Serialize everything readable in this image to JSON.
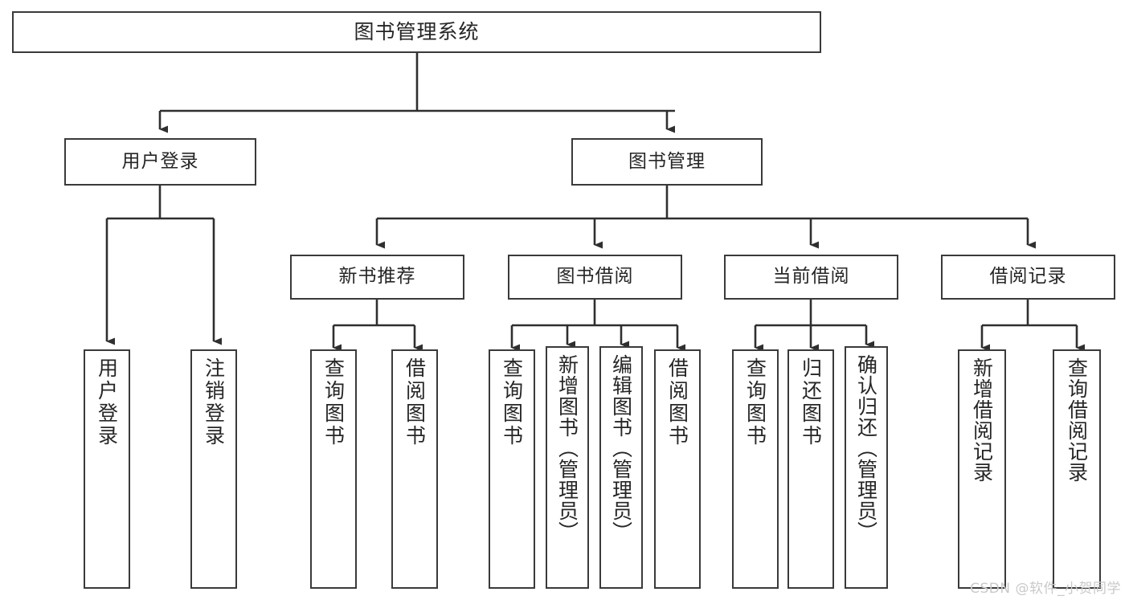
{
  "diagram": {
    "type": "tree-hierarchy",
    "title": "图书管理系统",
    "watermark": "CSDN @软件_小贺同学",
    "colors": {
      "box_border": "#3a3a3a",
      "box_fill": "#ffffff",
      "connector": "#2f2f2f",
      "text": "#262626",
      "watermark": "#c9c9c9",
      "canvas": "#ffffff"
    },
    "nodes": {
      "root": {
        "label": "图书管理系统"
      },
      "level1": [
        {
          "id": "user-login",
          "label": "用户登录"
        },
        {
          "id": "book-management",
          "label": "图书管理"
        }
      ],
      "level2": [
        {
          "id": "new-book-recommend",
          "label": "新书推荐",
          "parent": "book-management"
        },
        {
          "id": "book-borrow",
          "label": "图书借阅",
          "parent": "book-management"
        },
        {
          "id": "current-borrow",
          "label": "当前借阅",
          "parent": "book-management"
        },
        {
          "id": "borrow-record",
          "label": "借阅记录",
          "parent": "book-management"
        }
      ],
      "leaves": [
        {
          "id": "leaf-user-login",
          "label": "用户登录",
          "parent": "user-login"
        },
        {
          "id": "leaf-user-logout",
          "label": "注销登录",
          "parent": "user-login"
        },
        {
          "id": "leaf-query-book-1",
          "label": "查询图书",
          "parent": "new-book-recommend"
        },
        {
          "id": "leaf-borrow-book-1",
          "label": "借阅图书",
          "parent": "new-book-recommend"
        },
        {
          "id": "leaf-query-book-2",
          "label": "查询图书",
          "parent": "book-borrow"
        },
        {
          "id": "leaf-add-book",
          "label": "新增图书（管理员）",
          "parent": "book-borrow"
        },
        {
          "id": "leaf-edit-book",
          "label": "编辑图书（管理员）",
          "parent": "book-borrow"
        },
        {
          "id": "leaf-borrow-book-2",
          "label": "借阅图书",
          "parent": "book-borrow"
        },
        {
          "id": "leaf-query-book-3",
          "label": "查询图书",
          "parent": "current-borrow"
        },
        {
          "id": "leaf-return-book",
          "label": "归还图书",
          "parent": "current-borrow"
        },
        {
          "id": "leaf-confirm-return",
          "label": "确认归还（管理员）",
          "parent": "current-borrow"
        },
        {
          "id": "leaf-add-record",
          "label": "新增借阅记录",
          "parent": "borrow-record"
        },
        {
          "id": "leaf-query-record",
          "label": "查询借阅记录",
          "parent": "borrow-record"
        }
      ]
    }
  }
}
